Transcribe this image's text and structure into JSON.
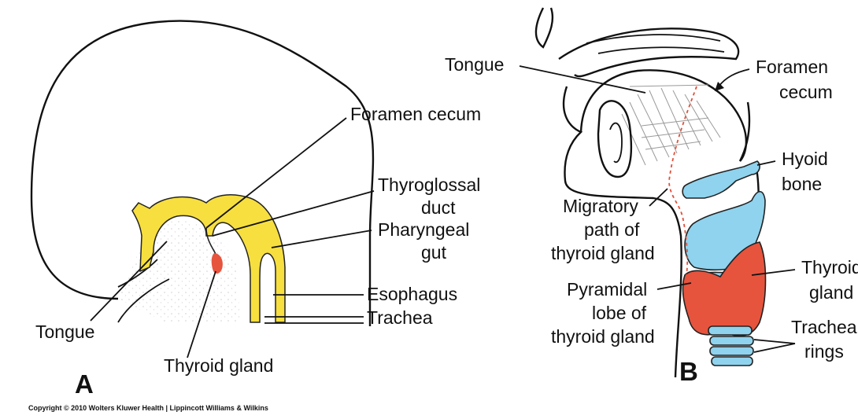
{
  "panel_a": {
    "letter": "A",
    "labels": {
      "foramen_cecum": "Foramen cecum",
      "thyroglossal_1": "Thyroglossal",
      "thyroglossal_2": "duct",
      "pharyngeal_1": "Pharyngeal",
      "pharyngeal_2": "gut",
      "esophagus": "Esophagus",
      "trachea": "Trachea",
      "tongue": "Tongue",
      "thyroid_gland": "Thyroid gland"
    }
  },
  "panel_b": {
    "letter": "B",
    "labels": {
      "tongue": "Tongue",
      "foramen_1": "Foramen",
      "foramen_2": "cecum",
      "hyoid_1": "Hyoid",
      "hyoid_2": "bone",
      "migratory_1": "Migratory",
      "migratory_2": "path of",
      "migratory_3": "thyroid gland",
      "pyramidal_1": "Pyramidal",
      "pyramidal_2": "lobe of",
      "pyramidal_3": "thyroid gland",
      "thyroid_1": "Thyroid",
      "thyroid_2": "gland",
      "tracheal_1": "Tracheal",
      "tracheal_2": "rings"
    }
  },
  "copyright": "Copyright © 2010 Wolters Kluwer Health | Lippincott Williams & Wilkins",
  "colors": {
    "yellow": "#f7df3f",
    "blue": "#8fd3ee",
    "red": "#e6543e",
    "dots": "#d9d9d9",
    "dashed_path": "#e0503a"
  }
}
